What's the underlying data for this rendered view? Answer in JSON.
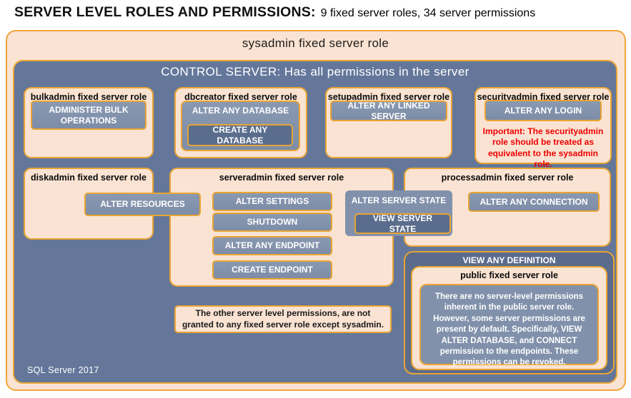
{
  "page": {
    "title_bold": "SERVER LEVEL ROLES AND PERMISSIONS:",
    "title_rest": "9 fixed server roles, 34 server permissions"
  },
  "sysadmin": {
    "label": "sysadmin fixed server role"
  },
  "control": {
    "header": "CONTROL SERVER: Has all permissions in the server",
    "footer": "SQL Server 2017"
  },
  "roles": {
    "bulkadmin": {
      "label": "bulkadmin fixed server role",
      "permission": "ADMINISTER BULK OPERATIONS"
    },
    "dbcreator": {
      "label": "dbcreator fixed server role",
      "outer_permission": "ALTER ANY DATABASE",
      "inner_permission": "CREATE ANY DATABASE"
    },
    "setupadmin": {
      "label": "setupadmin fixed server role",
      "permission": "ALTER ANY LINKED SERVER"
    },
    "securityadmin": {
      "label": "securityadmin fixed server role",
      "permission": "ALTER ANY LOGIN",
      "warning": "Important: The securityadmin role should be treated as equivalent to the sysadmin role."
    },
    "diskadmin": {
      "label": "diskadmin fixed server role",
      "permission": "ALTER RESOURCES"
    },
    "serveradmin": {
      "label": "serveradmin fixed server role",
      "permissions": [
        "ALTER SETTINGS",
        "SHUTDOWN",
        "ALTER ANY ENDPOINT",
        "CREATE ENDPOINT"
      ]
    },
    "processadmin": {
      "label": "processadmin fixed server role",
      "permission": "ALTER ANY CONNECTION"
    },
    "shared_state": {
      "outer_permission": "ALTER SERVER STATE",
      "inner_permission": "VIEW SERVER STATE"
    },
    "public": {
      "header_permission": "VIEW ANY DEFINITION",
      "label": "public fixed server role",
      "description": "There are no server-level permissions inherent in the public server role. However, some server permissions are present by default. Specifically, VIEW ALTER DATABASE, and CONNECT permission to the endpoints. These permissions can be revoked."
    }
  },
  "note": {
    "text": "The other server level permissions, are not granted to any fixed server role except sysadmin."
  },
  "colors": {
    "peach": "#FAE3D2",
    "blue_panel": "#64779B",
    "button_gray": "#8191AB",
    "button_dark": "#5A6D8D",
    "border_orange": "#E9A433",
    "warning_red": "#EC0000",
    "public_panel": "#5A6B8C"
  }
}
